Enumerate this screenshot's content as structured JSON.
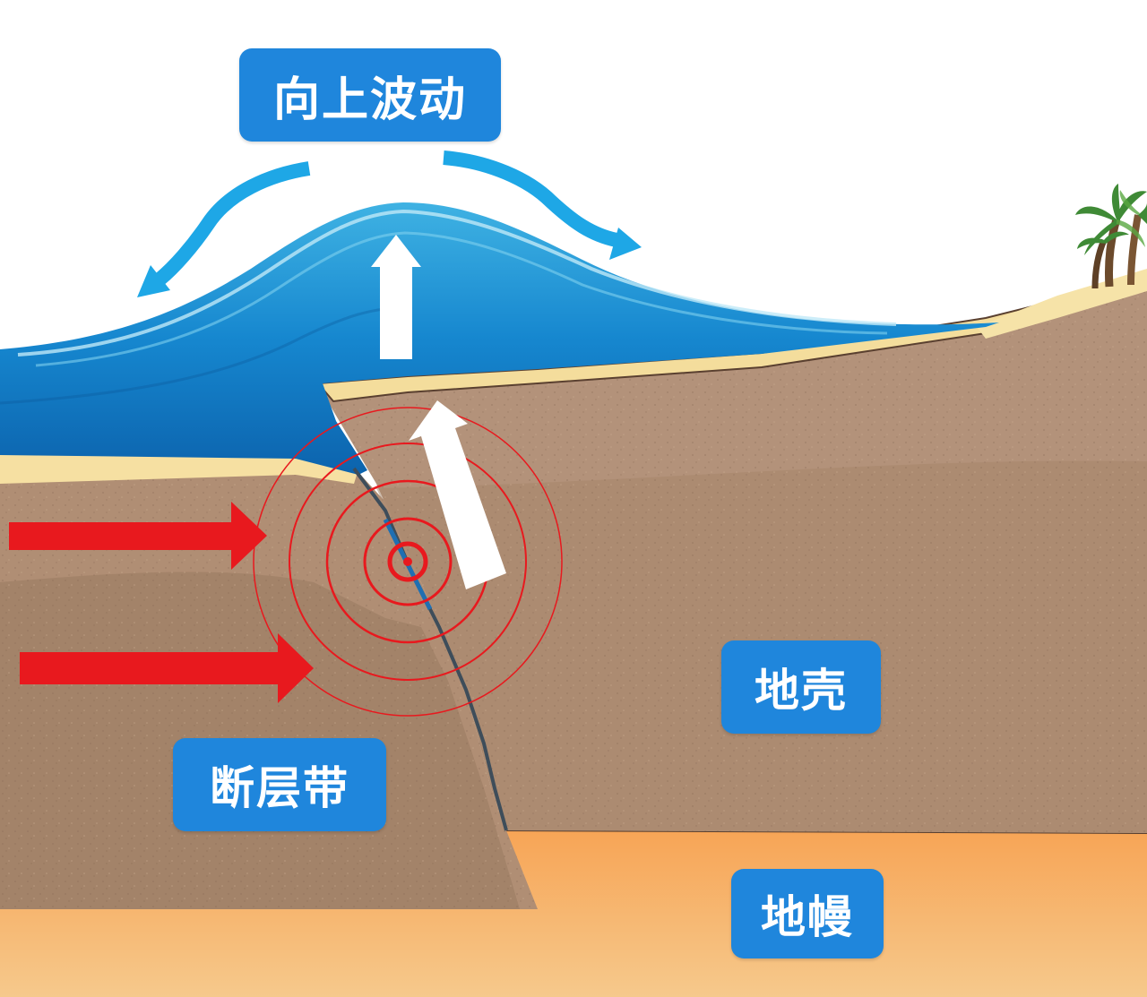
{
  "labels": {
    "wave": "向上波动",
    "crust": "地壳",
    "fault_zone": "断层带",
    "mantle": "地幔"
  },
  "colors": {
    "label_bg": "#1f86dc",
    "label_text": "#ffffff",
    "ocean_deep": "#0e6fb8",
    "ocean_light": "#39a9dc",
    "crust": "#b08e74",
    "crust_dark": "#9c7c64",
    "sand": "#f5dea0",
    "mantle": "#f3a95c",
    "push_arrow": "#e8191e",
    "wave_arrow": "#1ea7e6",
    "uplift_arrow": "#ffffff",
    "epicenter_ring": "#e8191e"
  },
  "icons": [
    "palm-tree-icon",
    "push-arrow-icon",
    "wave-spread-arrow-icon",
    "uplift-arrow-icon",
    "epicenter-icon"
  ]
}
